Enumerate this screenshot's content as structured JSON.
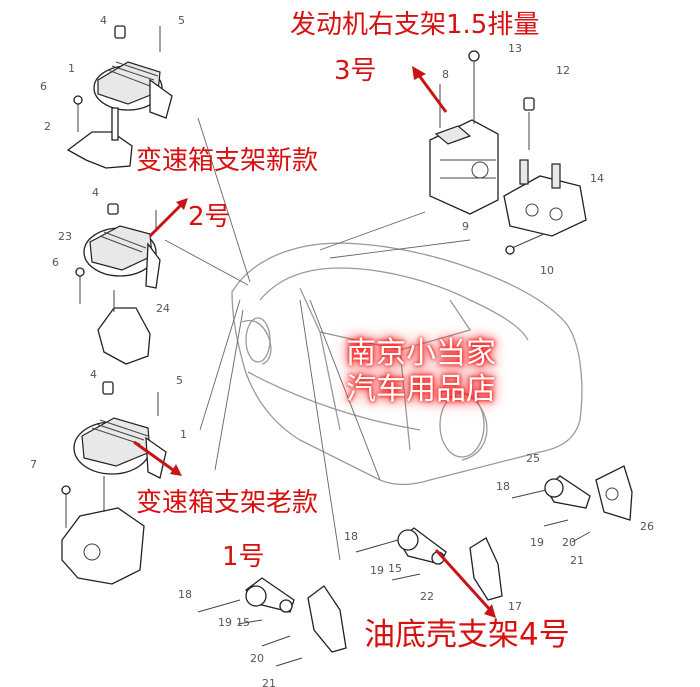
{
  "annotations": {
    "engine_mount": "发动机右支架1.5排量",
    "engine_mount_no": "3号",
    "trans_mount_new": "变速箱支架新款",
    "trans_mount_new_no": "2号",
    "trans_mount_old": "变速箱支架老款",
    "trans_mount_old_no": "1号",
    "oil_pan_mount": "油底壳支架4号"
  },
  "watermark": {
    "line1": "南京小当家",
    "line2": "汽车用品店"
  },
  "part_numbers": {
    "p1a": "1",
    "p2": "2",
    "p4a": "4",
    "p5a": "5",
    "p6a": "6",
    "p4b": "4",
    "p23": "23",
    "p6b": "6",
    "p24": "24",
    "p4c": "4",
    "p5c": "5",
    "p1c": "1",
    "p7": "7",
    "p13": "13",
    "p8": "8",
    "p12": "12",
    "p14": "14",
    "p9": "9",
    "p10": "10",
    "p25": "25",
    "p18a": "18",
    "p19a": "19",
    "p20a": "20",
    "p21a": "21",
    "p26": "26",
    "p18b": "18",
    "p15a": "15",
    "p19b": "19",
    "p22": "22",
    "p17": "17",
    "p18c": "18",
    "p15b": "15",
    "p19c": "19",
    "p20c": "20",
    "p21c": "21"
  },
  "colors": {
    "annotation": "#d81010",
    "watermark_glow": "#ff2020"
  }
}
